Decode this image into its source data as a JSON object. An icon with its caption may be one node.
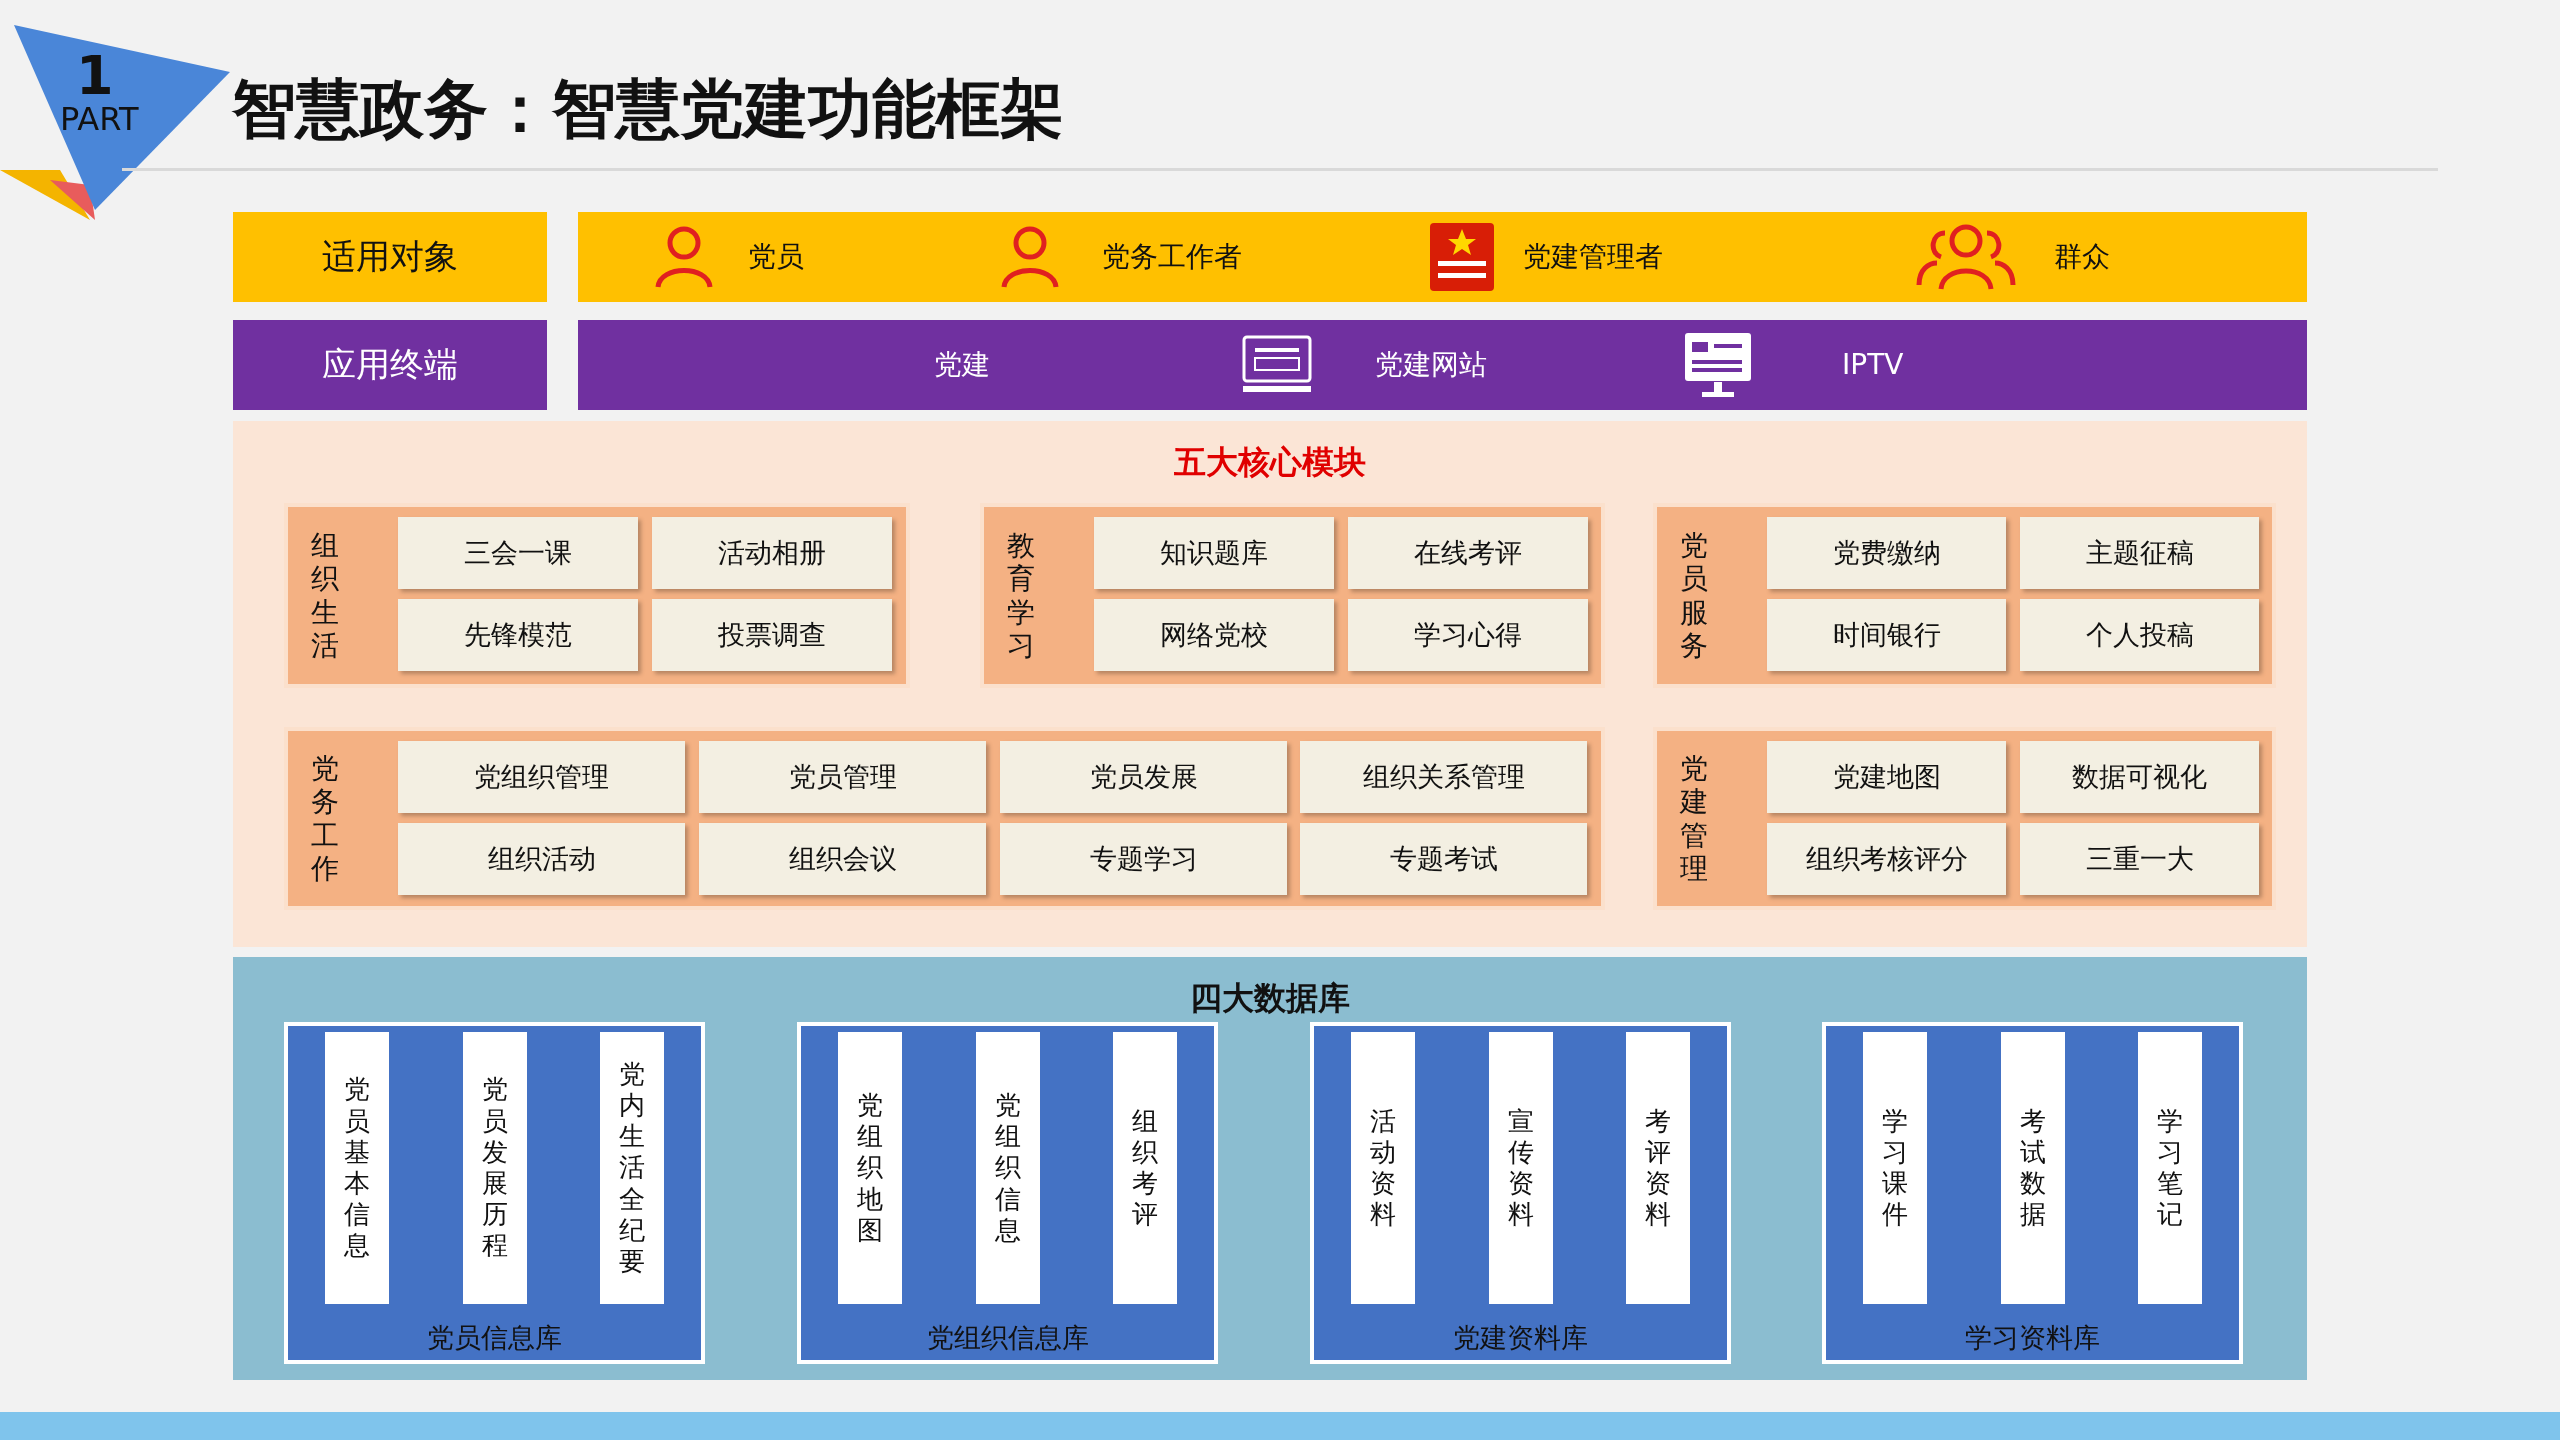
{
  "diagram": {
    "title": "智慧政务：智慧党建功能框架",
    "nodes": [
      {
        "text": [
          "适用对象"
        ]
      },
      {
        "text": [],
        "shape": "bar"
      },
      {
        "text": [
          "党员"
        ],
        "in": 1
      },
      {
        "text": [
          "党务工作者"
        ],
        "in": 1
      },
      {
        "text": [
          "党建管理者"
        ],
        "in": 1
      },
      {
        "text": [
          "群众"
        ],
        "in": 1
      },
      {
        "text": [
          "应用终端"
        ]
      },
      {
        "text": [],
        "shape": "bar"
      },
      {
        "text": [
          "党建"
        ],
        "in": 7
      },
      {
        "text": [
          "党建网站"
        ],
        "in": 7
      },
      {
        "text": [
          "IPTV"
        ],
        "in": 7
      },
      {
        "text": [
          "五大核心模块"
        ]
      },
      {
        "text": [
          "组织生活"
        ],
        "in": 11
      },
      {
        "text": [
          "三会一课"
        ],
        "in": 12
      },
      {
        "text": [
          "活动相册"
        ],
        "in": 12
      },
      {
        "text": [
          "先锋模范"
        ],
        "in": 12
      },
      {
        "text": [
          "投票调查"
        ],
        "in": 12
      },
      {
        "text": [
          "教育学习"
        ],
        "in": 11
      },
      {
        "text": [
          "知识题库"
        ],
        "in": 17
      },
      {
        "text": [
          "在线考评"
        ],
        "in": 17
      },
      {
        "text": [
          "网络党校"
        ],
        "in": 17
      },
      {
        "text": [
          "学习心得"
        ],
        "in": 17
      },
      {
        "text": [
          "党员服务"
        ],
        "in": 11
      },
      {
        "text": [
          "党费缴纳"
        ],
        "in": 22
      },
      {
        "text": [
          "主题征稿"
        ],
        "in": 22
      },
      {
        "text": [
          "时间银行"
        ],
        "in": 22
      },
      {
        "text": [
          "个人投稿"
        ],
        "in": 22
      },
      {
        "text": [
          "党务工作"
        ],
        "in": 11
      },
      {
        "text": [
          "党组织管理"
        ],
        "in": 27
      },
      {
        "text": [
          "党员管理"
        ],
        "in": 27
      },
      {
        "text": [
          "党员发展"
        ],
        "in": 27
      },
      {
        "text": [
          "组织关系管理"
        ],
        "in": 27
      },
      {
        "text": [
          "组织活动"
        ],
        "in": 27
      },
      {
        "text": [
          "组织会议"
        ],
        "in": 27
      },
      {
        "text": [
          "专题学习"
        ],
        "in": 27
      },
      {
        "text": [
          "专题考试"
        ],
        "in": 27
      },
      {
        "text": [
          "党建管理"
        ],
        "in": 11
      },
      {
        "text": [
          "党建地图"
        ],
        "in": 36
      },
      {
        "text": [
          "数据可视化"
        ],
        "in": 36
      },
      {
        "text": [
          "组织考核评分"
        ],
        "in": 36
      },
      {
        "text": [
          "三重一大"
        ],
        "in": 36
      },
      {
        "text": [
          "四大数据库"
        ]
      },
      {
        "text": [
          "党员信息库"
        ],
        "in": 41
      },
      {
        "text": [
          "党员基本信息"
        ],
        "in": 42
      },
      {
        "text": [
          "党员发展历程"
        ],
        "in": 42
      },
      {
        "text": [
          "党内生活全纪要"
        ],
        "in": 42
      },
      {
        "text": [
          "党组织信息库"
        ],
        "in": 41
      },
      {
        "text": [
          "党组织地图"
        ],
        "in": 46
      },
      {
        "text": [
          "党组织信息"
        ],
        "in": 46
      },
      {
        "text": [
          "组织考评"
        ],
        "in": 46
      },
      {
        "text": [
          "党建资料库"
        ],
        "in": 41
      },
      {
        "text": [
          "活动资料"
        ],
        "in": 50
      },
      {
        "text": [
          "宣传资料"
        ],
        "in": 50
      },
      {
        "text": [
          "考评资料"
        ],
        "in": 50
      },
      {
        "text": [
          "学习资料库"
        ],
        "in": 41
      },
      {
        "text": [
          "学习课件"
        ],
        "in": 54
      },
      {
        "text": [
          "考试数据"
        ],
        "in": 54
      },
      {
        "text": [
          "学习笔记"
        ],
        "in": 54
      }
    ],
    "labels": [
      "1",
      "PART"
    ]
  }
}
